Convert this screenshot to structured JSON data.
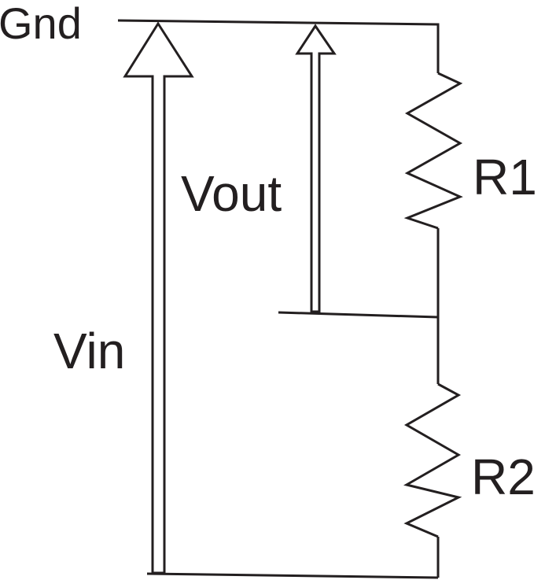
{
  "labels": {
    "gnd": "Gnd",
    "vin": "Vin",
    "vout": "Vout",
    "r1": "R1",
    "r2": "R2"
  },
  "colors": {
    "ink": "#231f20",
    "background": "#ffffff"
  }
}
